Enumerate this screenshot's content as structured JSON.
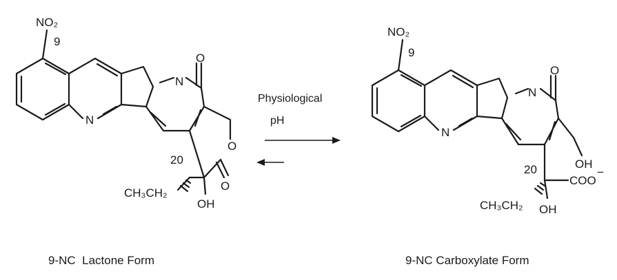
{
  "reaction": {
    "condition_line1": "Physiological",
    "condition_line2": "pH"
  },
  "left_molecule": {
    "substituent": "NO₂",
    "position_label": "9",
    "ring_n1": "N",
    "ring_n2": "N",
    "ring_oxygen": "O",
    "ketone_oxygen": "O",
    "lactone_carbonyl_oxygen": "O",
    "stereocenter_label": "20",
    "ethyl_group": "CH₃CH₂",
    "hydroxyl": "OH",
    "caption": "9-NC  Lactone Form"
  },
  "right_molecule": {
    "substituent": "NO₂",
    "position_label": "9",
    "ring_n1": "N",
    "ring_n2": "N",
    "ketone_oxygen": "O",
    "hydroxymethyl_oh": "OH",
    "stereocenter_label": "20",
    "carboxylate": "COO",
    "carboxylate_charge": "−",
    "ethyl_group": "CH₃CH₂",
    "hydroxyl": "OH",
    "caption": "9-NC Carboxylate Form"
  }
}
